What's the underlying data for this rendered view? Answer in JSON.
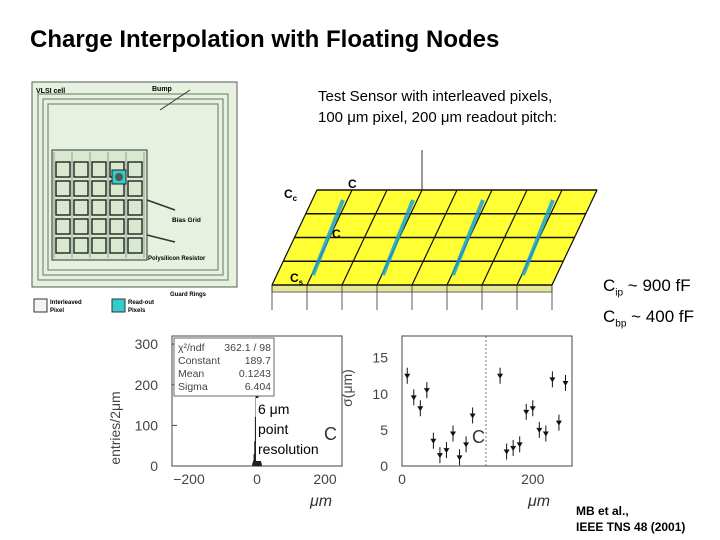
{
  "title": "Charge Interpolation with Floating Nodes",
  "caption": {
    "line1": "Test Sensor with interleaved pixels,",
    "line2": "100 μm pixel, 200 μm readout pitch:"
  },
  "capacitance": {
    "cip_symbol": "C",
    "cip_sub": "ip",
    "cip_value": " ~ 900 fF",
    "cbp_symbol": "C",
    "cbp_sub": "bp",
    "cbp_value": " ~ 400 fF"
  },
  "resolution_note": {
    "line1": "6 μm",
    "line2": "point",
    "line3": "resolution"
  },
  "citation": {
    "line1": "MB et al.,",
    "line2": "IEEE TNS 48 (2001)"
  },
  "layout_figure": {
    "label_vlsi": "VLSI cell",
    "label_bump": "Bump",
    "label_bias": "Bias Grid",
    "label_poly": "Polysilicon Resistor",
    "label_guard": "Guard Rings",
    "legend_interleaved_1": "Interleaved",
    "legend_interleaved_2": "Pixel",
    "legend_readout_1": "Read-out",
    "legend_readout_2": "Pixels"
  },
  "circuit_labels": {
    "cc": "C",
    "cc_sub": "c",
    "cb": "C",
    "cs": "C",
    "cs_sub": "s",
    "cip": "C"
  },
  "stats_box": {
    "rows": [
      {
        "label": "χ²/ndf",
        "value": "362.1   /   98"
      },
      {
        "label": "Constant",
        "value": "189.7"
      },
      {
        "label": "Mean",
        "value": "0.1243"
      },
      {
        "label": "Sigma",
        "value": "6.404"
      }
    ]
  },
  "chart_data": [
    {
      "type": "bar",
      "xlabel": "μm",
      "ylabel": "entries/2μm",
      "xlim": [
        -250,
        250
      ],
      "ylim": [
        0,
        320
      ],
      "xticks": [
        "−200",
        "0",
        "200"
      ],
      "yticks": [
        "0",
        "100",
        "200",
        "300"
      ],
      "x": [
        -12,
        -10,
        -8,
        -6,
        -4,
        -2,
        0,
        2,
        4,
        6,
        8,
        10,
        12
      ],
      "values": [
        6,
        12,
        28,
        60,
        120,
        230,
        290,
        240,
        135,
        62,
        28,
        12,
        6
      ],
      "sidebar_symbol": "C"
    },
    {
      "type": "scatter",
      "xlabel": "μm",
      "ylabel": "σ(μm)",
      "xlim": [
        0,
        260
      ],
      "ylim": [
        0,
        18
      ],
      "xticks": [
        "0",
        "200"
      ],
      "yticks": [
        "0",
        "5",
        "10",
        "15"
      ],
      "x": [
        8,
        18,
        28,
        38,
        48,
        58,
        68,
        78,
        88,
        98,
        108,
        150,
        160,
        170,
        180,
        190,
        200,
        210,
        220,
        230,
        240,
        250
      ],
      "y": [
        12.5,
        9.5,
        8.0,
        10.5,
        3.5,
        1.5,
        2.2,
        4.5,
        1.2,
        3.0,
        7.0,
        12.5,
        2.0,
        2.5,
        3.0,
        7.5,
        8.0,
        5.0,
        4.5,
        12.0,
        6.0,
        11.5
      ],
      "sidebar_symbol": "C"
    }
  ]
}
